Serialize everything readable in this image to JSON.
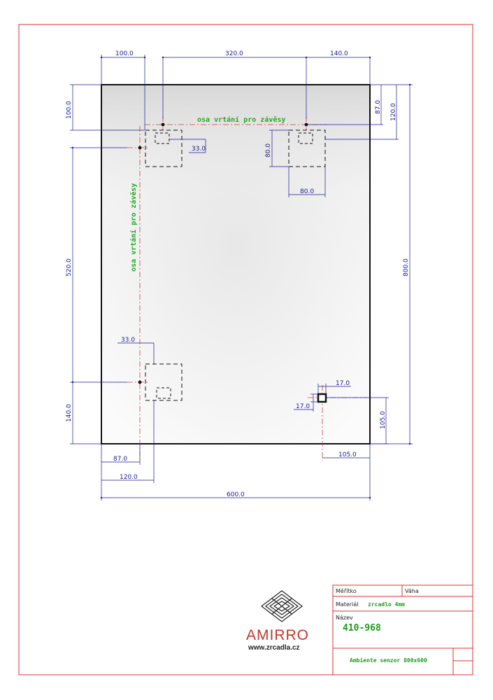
{
  "drawing": {
    "dimensions": {
      "top_left_offset": "100.0",
      "hanger_spacing_h": "320.0",
      "top_right_offset": "140.0",
      "left_top_offset": "100.0",
      "right_top_offset_87": "87.0",
      "right_top_offset_120": "120.0",
      "hanger_offset_33_top": "33.0",
      "hanger_height_80": "80.0",
      "hanger_width_80": "80.0",
      "hanger_spacing_v": "520.0",
      "total_height": "800.0",
      "hanger_offset_33_bottom": "33.0",
      "sensor_17_h": "17.0",
      "sensor_17_v": "17.0",
      "bottom_left_offset": "140.0",
      "sensor_bottom_offset": "105.0",
      "bottom_87": "87.0",
      "sensor_right_offset": "105.0",
      "bottom_120": "120.0",
      "total_width": "600.0"
    },
    "axis_labels": {
      "horizontal": "osa vrtání pro závěsy",
      "vertical": "osa vrtání pro závěsy"
    },
    "colors": {
      "frame": "#e03030",
      "dimension": "#1a1a8c",
      "axis": "#22aa22",
      "centerline": "#d04040"
    }
  },
  "logo": {
    "brand": "AMIRRO",
    "url": "www.zrcadla.cz"
  },
  "title_block": {
    "scale_label": "Měřítko",
    "weight_label": "Váha",
    "material_label": "Materiál",
    "material_value": "zrcadlo 4mm",
    "name_label": "Název",
    "name_value": "410-968",
    "description": "Ambiente senzor 800x600"
  }
}
